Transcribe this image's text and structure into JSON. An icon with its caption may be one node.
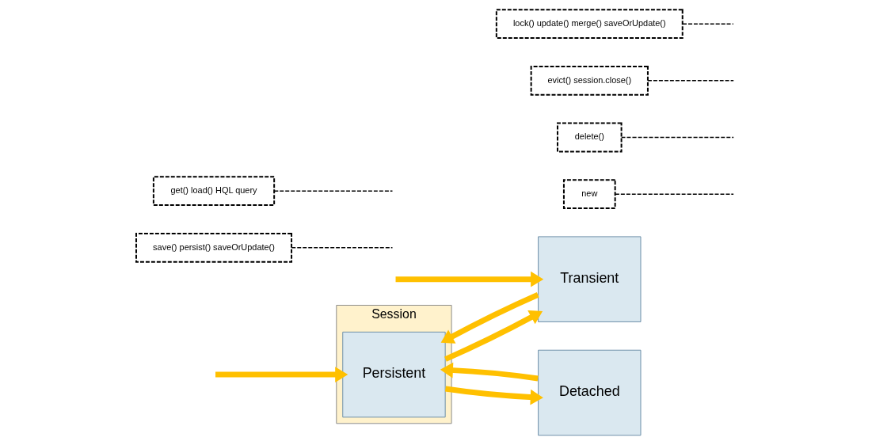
{
  "diagram": {
    "nodes": [
      {
        "text": [
          "Session"
        ]
      },
      {
        "text": [
          "Transient"
        ]
      },
      {
        "text": [
          "Persistent"
        ],
        "in": 0
      },
      {
        "text": [
          "Detached"
        ]
      },
      {
        "text": [
          "new"
        ]
      },
      {
        "text": [
          "save() persist() saveOrUpdate()"
        ]
      },
      {
        "text": [
          "delete()"
        ]
      },
      {
        "text": [
          "evict() session.close()"
        ]
      },
      {
        "text": [
          "lock() update() merge() saveOrUpdate()"
        ]
      },
      {
        "text": [
          "get() load() HQL query"
        ]
      }
    ],
    "edges": [
      {
        "from": null,
        "to": 1,
        "arrow": "to",
        "style": "thick",
        "color": "#ffc000"
      },
      {
        "from": 1,
        "to": 2,
        "arrow": "to",
        "style": "thick",
        "color": "#ffc000"
      },
      {
        "from": 2,
        "to": 1,
        "arrow": "to",
        "style": "thick",
        "color": "#ffc000"
      },
      {
        "from": 2,
        "to": 3,
        "arrow": "to",
        "style": "thick",
        "color": "#ffc000"
      },
      {
        "from": 3,
        "to": 2,
        "arrow": "to",
        "style": "thick",
        "color": "#ffc000"
      },
      {
        "from": null,
        "to": 2,
        "arrow": "to",
        "style": "thick",
        "color": "#ffc000"
      },
      {
        "from": 4,
        "to": null,
        "arrow": "none",
        "style": "dashed",
        "color": "#000000"
      },
      {
        "from": 5,
        "to": null,
        "arrow": "none",
        "style": "dashed",
        "color": "#000000"
      },
      {
        "from": 6,
        "to": null,
        "arrow": "none",
        "style": "dashed",
        "color": "#000000"
      },
      {
        "from": 7,
        "to": null,
        "arrow": "none",
        "style": "dashed",
        "color": "#000000"
      },
      {
        "from": 8,
        "to": null,
        "arrow": "none",
        "style": "dashed",
        "color": "#000000"
      },
      {
        "from": 9,
        "to": null,
        "arrow": "none",
        "style": "dashed",
        "color": "#000000"
      }
    ]
  }
}
